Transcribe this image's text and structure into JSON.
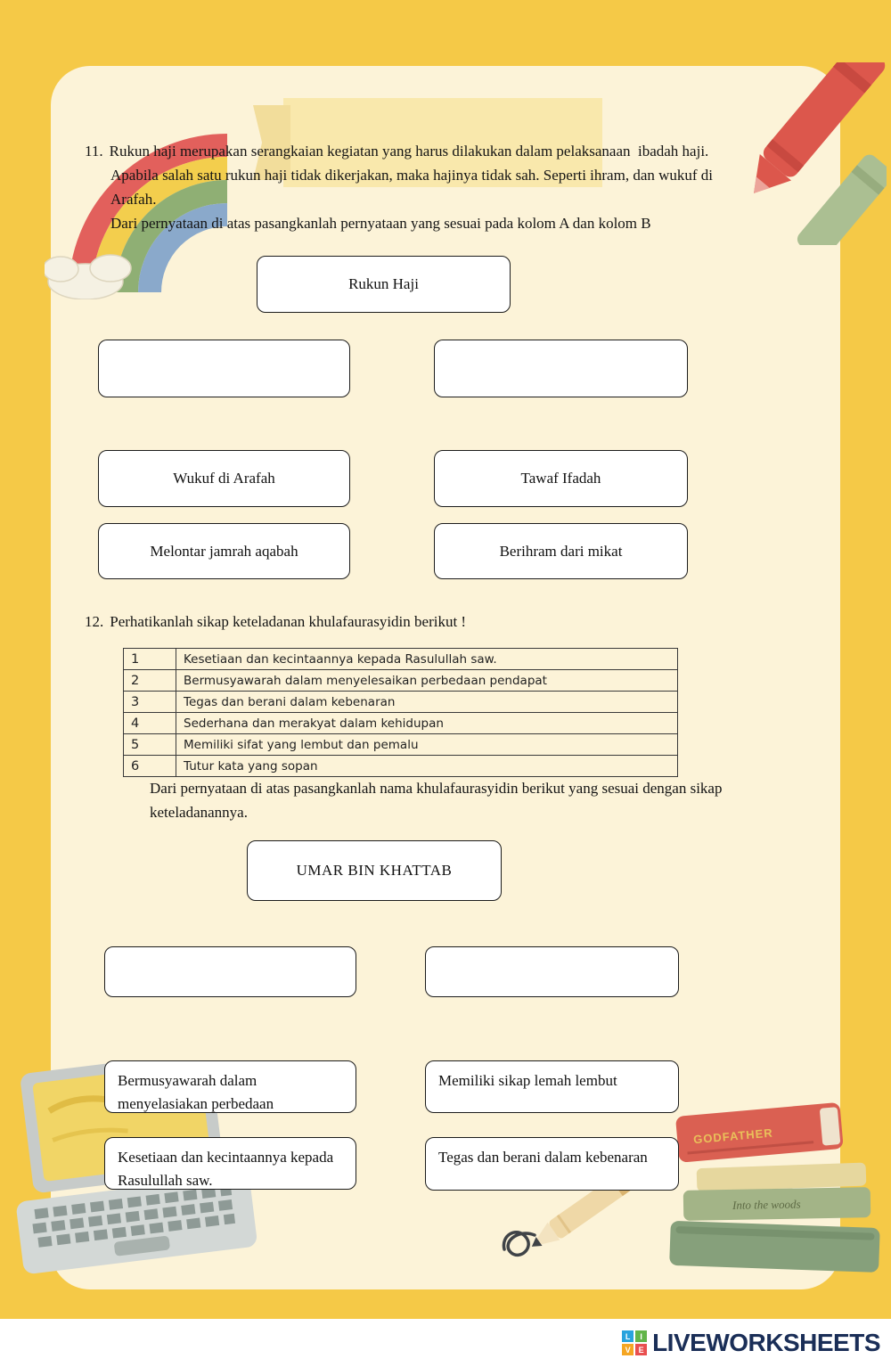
{
  "colors": {
    "page_bg": "#F5C947",
    "card_bg": "#FCF3D8",
    "box_border": "#1c1c1c",
    "footer_brand": "#1A2E57"
  },
  "question11": {
    "number": "11.",
    "line1": "Rukun haji merupakan serangkaian kegiatan yang harus dilakukan dalam pelaksanaan  ibadah haji.",
    "line2": "Apabila salah satu rukun haji tidak dikerjakan, maka hajinya tidak sah. Seperti ihram, dan wukuf di",
    "line3": "Arafah.",
    "instruction": "Dari pernyataan di atas pasangkanlah pernyataan yang sesuai pada kolom A dan kolom B",
    "header_box": "Rukun Haji",
    "options": {
      "wukuf": "Wukuf di Arafah",
      "tawaf": "Tawaf Ifadah",
      "melontar": "Melontar jamrah aqabah",
      "berihram": "Berihram dari mikat"
    }
  },
  "question12": {
    "number": "12.",
    "prompt": "Perhatikanlah sikap keteladanan khulafaurasyidin berikut !",
    "table": {
      "rows": [
        {
          "no": "1",
          "text": "Kesetiaan dan kecintaannya kepada Rasulullah saw."
        },
        {
          "no": "2",
          "text": "Bermusyawarah dalam menyelesaikan perbedaan pendapat"
        },
        {
          "no": "3",
          "text": "Tegas dan berani dalam kebenaran"
        },
        {
          "no": "4",
          "text": "Sederhana dan merakyat dalam kehidupan"
        },
        {
          "no": "5",
          "text": "Memiliki sifat yang lembut dan pemalu"
        },
        {
          "no": "6",
          "text": "Tutur kata yang sopan"
        }
      ]
    },
    "instruction_line1": "Dari pernyataan di atas pasangkanlah nama khulafaurasyidin berikut yang sesuai dengan sikap",
    "instruction_line2": "keteladanannya.",
    "header_box": "UMAR BIN KHATTAB",
    "options": {
      "bermusyawarah": "Bermusyawarah dalam menyelasiakan perbedaan",
      "memiliki": "Memiliki sikap lemah lembut",
      "kesetiaan": "Kesetiaan dan kecintaannya kepada Rasulullah saw.",
      "tegas": "Tegas dan berani dalam kebenaran"
    }
  },
  "decorations": {
    "book_title": "GODFATHER",
    "book_script": "Into the woods"
  },
  "footer": {
    "brand": "LIVEWORKSHEETS",
    "icon_letters": [
      "L",
      "I",
      "V",
      "E"
    ]
  }
}
